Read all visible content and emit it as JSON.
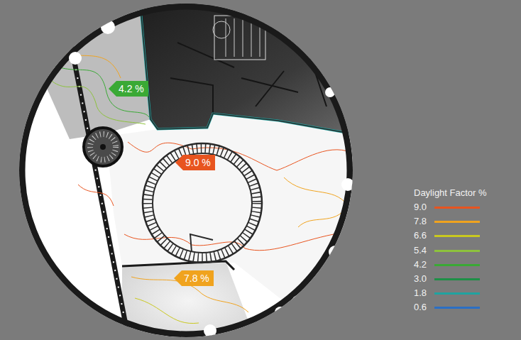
{
  "diagram": {
    "nodes": [
      {
        "text": [
          "4.2 %"
        ]
      },
      {
        "text": [
          "9.0 %"
        ]
      },
      {
        "text": [
          "7.8 %"
        ]
      }
    ],
    "labels": [
      "Daylight Factor %"
    ],
    "legend": [
      {
        "text": "9.0",
        "color": "#e8541f"
      },
      {
        "text": "7.8",
        "color": "#f0a31e"
      },
      {
        "text": "6.6",
        "color": "#c9c81f"
      },
      {
        "text": "5.4",
        "color": "#8dc23d"
      },
      {
        "text": "4.2",
        "color": "#3aa935"
      },
      {
        "text": "3.0",
        "color": "#1e8f46"
      },
      {
        "text": "1.8",
        "color": "#1fa3a0"
      },
      {
        "text": "0.6",
        "color": "#2b6fc4"
      }
    ]
  }
}
